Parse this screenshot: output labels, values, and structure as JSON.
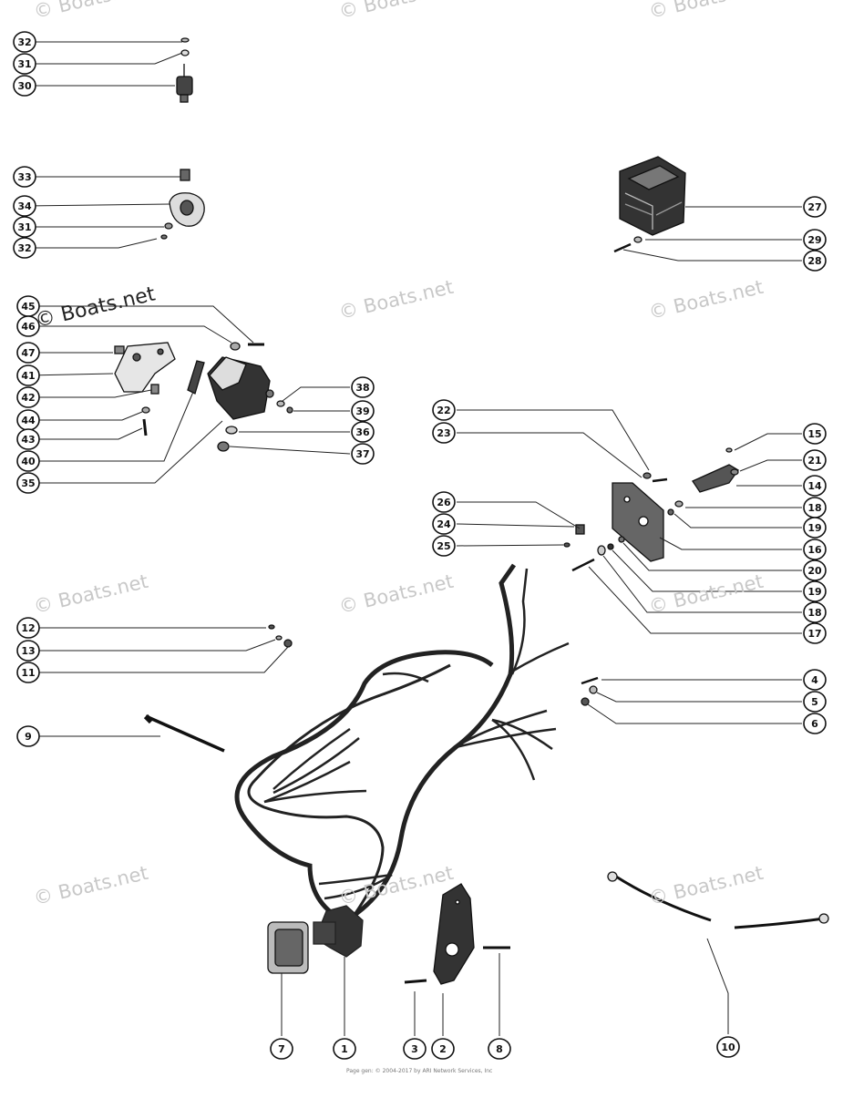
{
  "watermark": "© Boats.net",
  "footer_text": "Page gen: © 2004-2017 by ARI Network Services, Inc",
  "callouts": {
    "c32a": "32",
    "c31a": "31",
    "c30": "30",
    "c33": "33",
    "c34": "34",
    "c31b": "31",
    "c32b": "32",
    "c27": "27",
    "c29": "29",
    "c28": "28",
    "c45": "45",
    "c46": "46",
    "c47": "47",
    "c41": "41",
    "c42": "42",
    "c44": "44",
    "c43": "43",
    "c40": "40",
    "c35": "35",
    "c38": "38",
    "c39": "39",
    "c36": "36",
    "c37": "37",
    "c22": "22",
    "c23": "23",
    "c15": "15",
    "c21": "21",
    "c14": "14",
    "c18a": "18",
    "c19a": "19",
    "c16": "16",
    "c26": "26",
    "c24": "24",
    "c25": "25",
    "c20": "20",
    "c19b": "19",
    "c18b": "18",
    "c17": "17",
    "c12": "12",
    "c13": "13",
    "c11": "11",
    "c9": "9",
    "c4": "4",
    "c5": "5",
    "c6": "6",
    "c7": "7",
    "c1": "1",
    "c3": "3",
    "c2": "2",
    "c8": "8",
    "c10": "10"
  }
}
